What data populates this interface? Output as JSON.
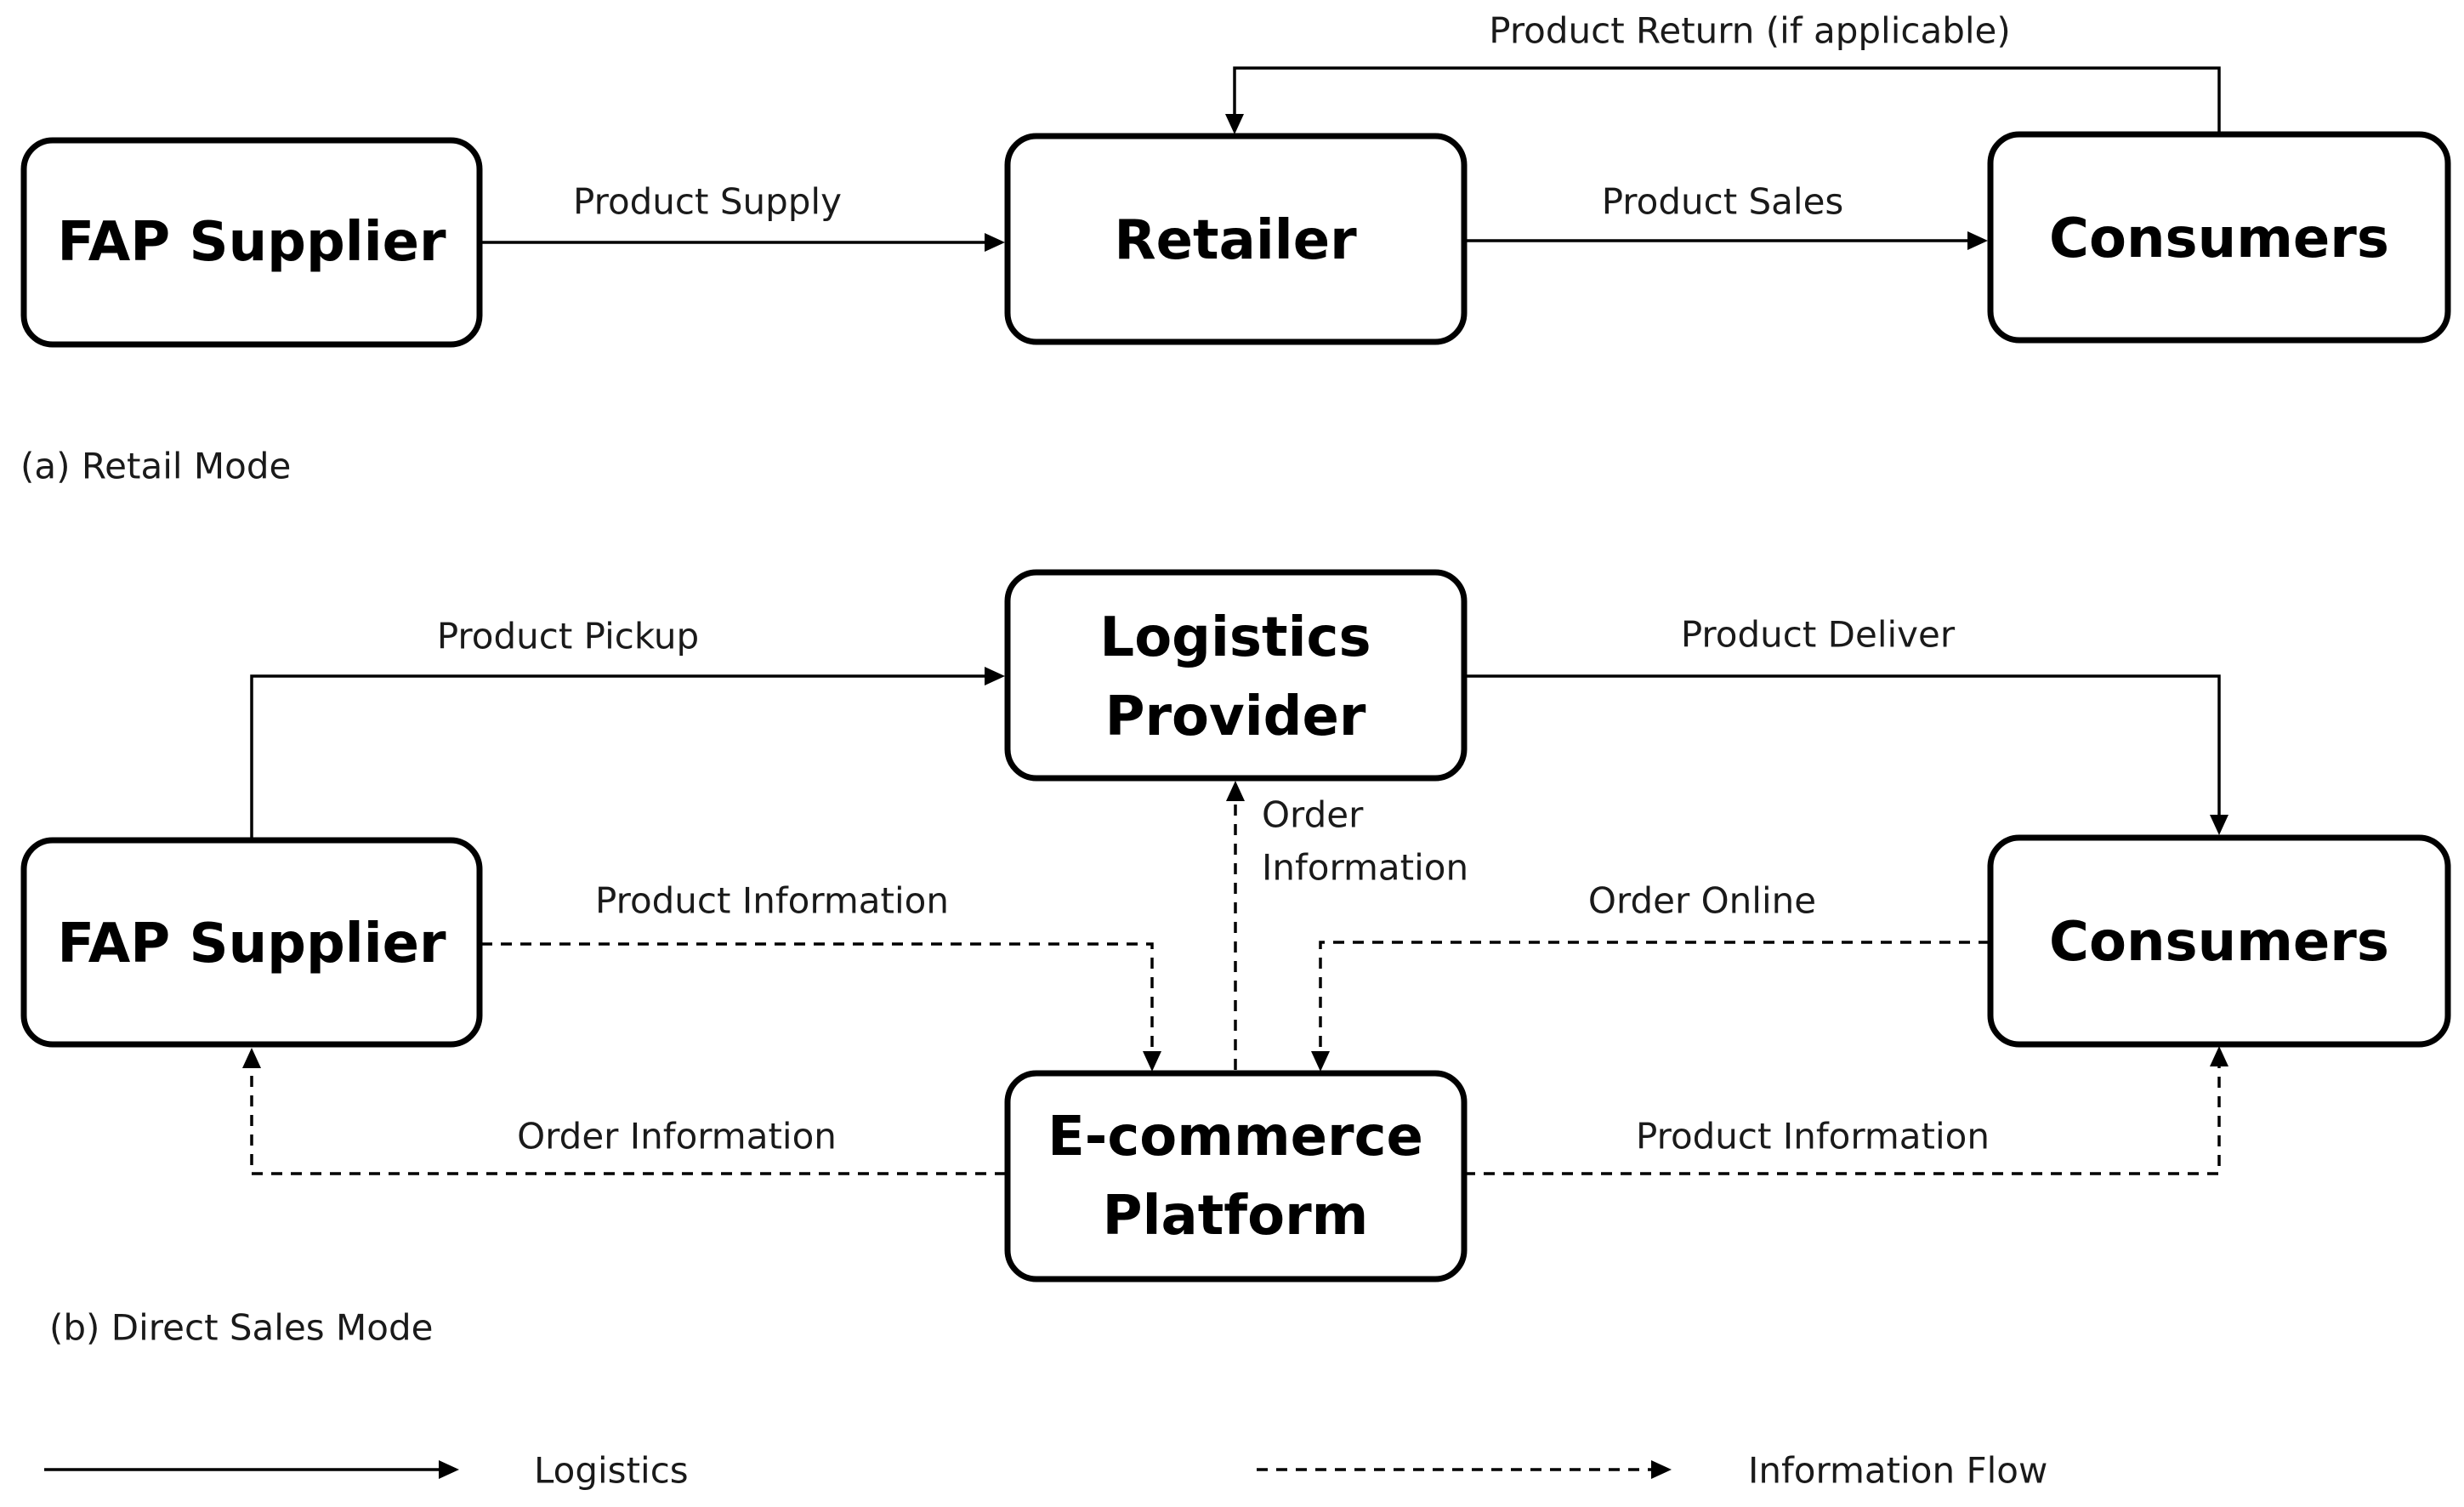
{
  "retail_mode": {
    "caption": "(a) Retail Mode",
    "nodes": {
      "fap_supplier": "FAP Supplier",
      "retailer": "Retailer",
      "consumers": "Consumers"
    },
    "edges": {
      "product_supply": "Product Supply",
      "product_sales": "Product Sales",
      "product_return": "Product Return (if applicable)"
    }
  },
  "direct_sales_mode": {
    "caption": "(b) Direct Sales Mode",
    "nodes": {
      "fap_supplier": "FAP Supplier",
      "logistics_provider": [
        "Logistics",
        "Provider"
      ],
      "consumers": "Consumers",
      "ecommerce_platform": [
        "E-commerce",
        "Platform"
      ]
    },
    "edges": {
      "product_pickup": "Product Pickup",
      "product_deliver": "Product Deliver",
      "order_information_to_logistics": [
        "Order",
        "Information"
      ],
      "product_information_from_supplier": "Product Information",
      "order_online": "Order Online",
      "order_information_to_supplier": "Order Information",
      "product_information_to_consumers": "Product Information"
    }
  },
  "legend": {
    "logistics": "Logistics",
    "information_flow": "Information Flow"
  },
  "colors": {
    "line": "#000000",
    "background": "#ffffff"
  }
}
